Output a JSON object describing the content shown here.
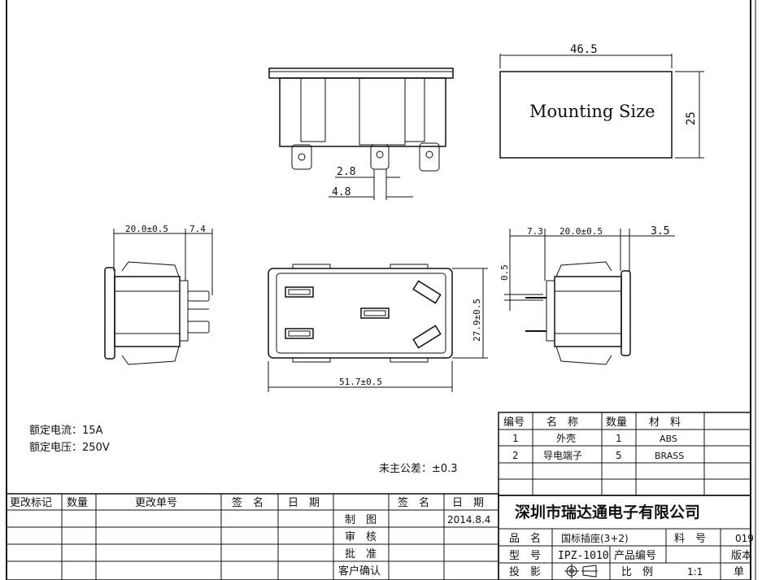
{
  "mounting": {
    "width": "46.5",
    "height": "25",
    "label": "Mounting Size"
  },
  "top_view": {
    "pin_width": "2.8",
    "pin_pitch": "4.8"
  },
  "left_view": {
    "depth": "20.0±0.5",
    "terminal": "7.4"
  },
  "front_view": {
    "width": "51.7±0.5",
    "height": "27.9±0.5"
  },
  "right_view": {
    "terminal": "7.3",
    "depth": "20.0±0.5",
    "flange": "3.5",
    "gap": "0.5"
  },
  "ratings": {
    "current": "额定电流：15A",
    "voltage": "额定电压：250V"
  },
  "tolerance": "未主公差：±0.3",
  "bom": {
    "headers": [
      "编号",
      "名　称",
      "数量",
      "材　料"
    ],
    "rows": [
      [
        "1",
        "外壳",
        "1",
        "ABS"
      ],
      [
        "2",
        "导电端子",
        "5",
        "BRASS"
      ]
    ]
  },
  "revision": {
    "headers": [
      "更改标记",
      "数量",
      "更改单号",
      "签　名",
      "日　期"
    ],
    "headers2": [
      "签　名",
      "日　期"
    ]
  },
  "approval": {
    "made": "制　图",
    "check": "审　核",
    "approve": "批　准",
    "customer": "客户确认",
    "date": "2014.8.4"
  },
  "title_block": {
    "company": "深圳市瑞达通电子有限公司",
    "product_label": "品　名",
    "product": "国标插座(3+2)",
    "part_no_label": "料　号",
    "part_no": "019",
    "model_label": "型　号",
    "model": "IPZ-1010",
    "product_code_label": "产品编号",
    "version_label": "版本",
    "projection_label": "投　影",
    "scale_label": "比　例",
    "scale": "1:1",
    "unit_label": "单"
  }
}
